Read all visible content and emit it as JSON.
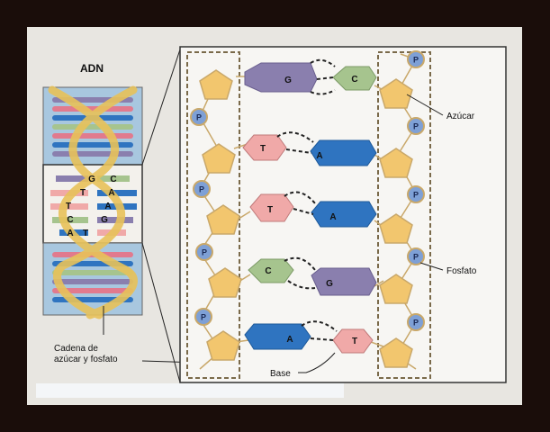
{
  "title": "ADN",
  "labels": {
    "azucar": "Azúcar",
    "fosfato": "Fosfato",
    "base": "Base",
    "cadena_line1": "Cadena de",
    "cadena_line2": "azúcar y fosfato"
  },
  "phosphate_symbol": "P",
  "base_pairs": [
    {
      "left": "G",
      "right": "C"
    },
    {
      "left": "T",
      "right": "A"
    },
    {
      "left": "T",
      "right": "A"
    },
    {
      "left": "C",
      "right": "G"
    },
    {
      "left": "A",
      "right": "T"
    }
  ],
  "helix_letters": [
    {
      "left": "G",
      "right": "C"
    },
    {
      "left": "T",
      "right": "A"
    },
    {
      "left": "T",
      "right": "A"
    },
    {
      "left": "C",
      "right": "G"
    },
    {
      "left": "A",
      "right": "T"
    }
  ],
  "colors": {
    "G": "#8a7fae",
    "C": "#a6c48e",
    "T": "#f0a9a8",
    "A": "#2f74c0",
    "sugar": "#f2c66e",
    "phosphate": "#7ea0d6",
    "panel": "#e8e6e1",
    "frame": "#1a0d0a"
  }
}
